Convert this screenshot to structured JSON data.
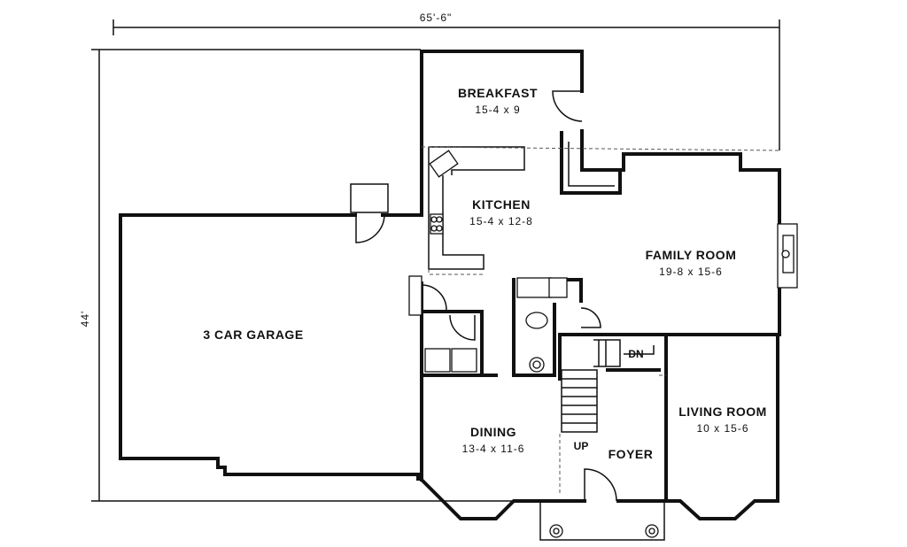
{
  "overall": {
    "width": "65'-6\"",
    "depth": "44'"
  },
  "rooms": {
    "breakfast": {
      "name": "BREAKFAST",
      "size": "15-4 x 9"
    },
    "kitchen": {
      "name": "KITCHEN",
      "size": "15-4 x 12-8"
    },
    "family_room": {
      "name": "FAMILY ROOM",
      "size": "19-8 x 15-6"
    },
    "garage": {
      "name": "3 CAR GARAGE"
    },
    "living_room": {
      "name": "LIVING ROOM",
      "size": "10 x 15-6"
    },
    "dining": {
      "name": "DINING",
      "size": "13-4 x 11-6"
    },
    "foyer": {
      "name": "FOYER"
    }
  },
  "stairs": {
    "down_label": "DN",
    "up_label": "UP"
  }
}
